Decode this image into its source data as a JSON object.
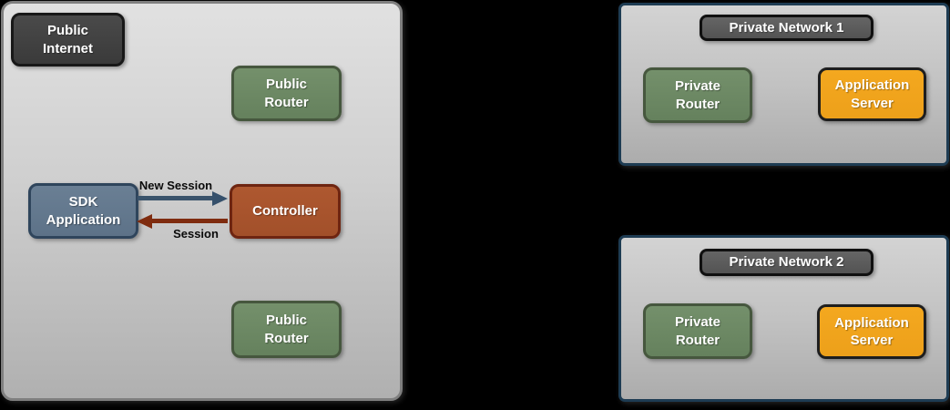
{
  "colors": {
    "page_background": "#000000",
    "public_zone_fill_top": "#e1e1e1",
    "public_zone_fill_bottom": "#b0b0b0",
    "public_zone_border": "#7f7f7f",
    "private_zone_border": "#1e3c53",
    "dark_node_fill": "#404040",
    "green_node_fill": "#6e8a66",
    "slate_node_fill": "#64798e",
    "rust_node_fill": "#a9552e",
    "orange_node_fill": "#f1a41d",
    "new_session_arrow": "#3a536b",
    "session_arrow": "#7f2c0f"
  },
  "zones": {
    "public": {
      "title": "Public\nInternet",
      "router_top": "Public\nRouter",
      "sdk_app": "SDK\nApplication",
      "controller": "Controller",
      "router_bottom": "Public\nRouter"
    },
    "private1": {
      "title": "Private Network 1",
      "router": "Private\nRouter",
      "app_server": "Application\nServer"
    },
    "private2": {
      "title": "Private Network 2",
      "router": "Private\nRouter",
      "app_server": "Application\nServer"
    }
  },
  "arrows": {
    "new_session": "New Session",
    "session": "Session"
  }
}
